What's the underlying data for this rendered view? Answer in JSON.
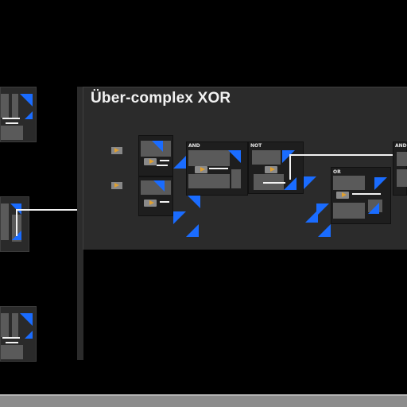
{
  "board": {
    "title": "Über-complex XOR",
    "gates": {
      "and_label": "AND",
      "not_label": "NOT",
      "or_label": "OR",
      "and2_label": "AND"
    }
  },
  "colors": {
    "background": "#000000",
    "panel": "#2b2b2b",
    "accent_blue": "#1a6cff",
    "wire": "#f2f2f2",
    "pin_arrow": "#e0a030"
  },
  "icons": {
    "input_pin": "orange-arrow-pin-icon",
    "blue_corner": "blue-triangle-icon"
  }
}
